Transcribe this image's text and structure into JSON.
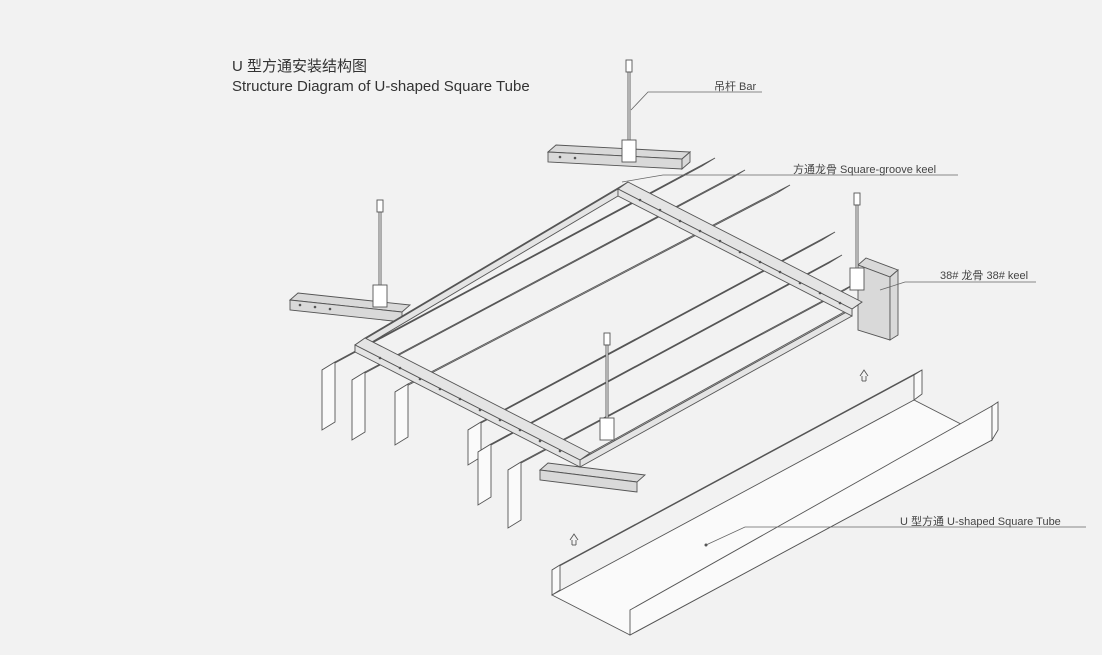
{
  "title": {
    "cn": "U 型方通安装结构图",
    "en": "Structure Diagram of U-shaped Square Tube"
  },
  "labels": {
    "bar": "吊杆  Bar",
    "square_groove_keel": "方通龙骨  Square-groove keel",
    "keel_38": "38# 龙骨  38# keel",
    "u_tube": "U 型方通  U-shaped Square Tube"
  },
  "colors": {
    "background": "#f2f2f2",
    "line": "#555555",
    "panel_fill": "#fafafa",
    "keel_fill": "#d9d9d9"
  }
}
